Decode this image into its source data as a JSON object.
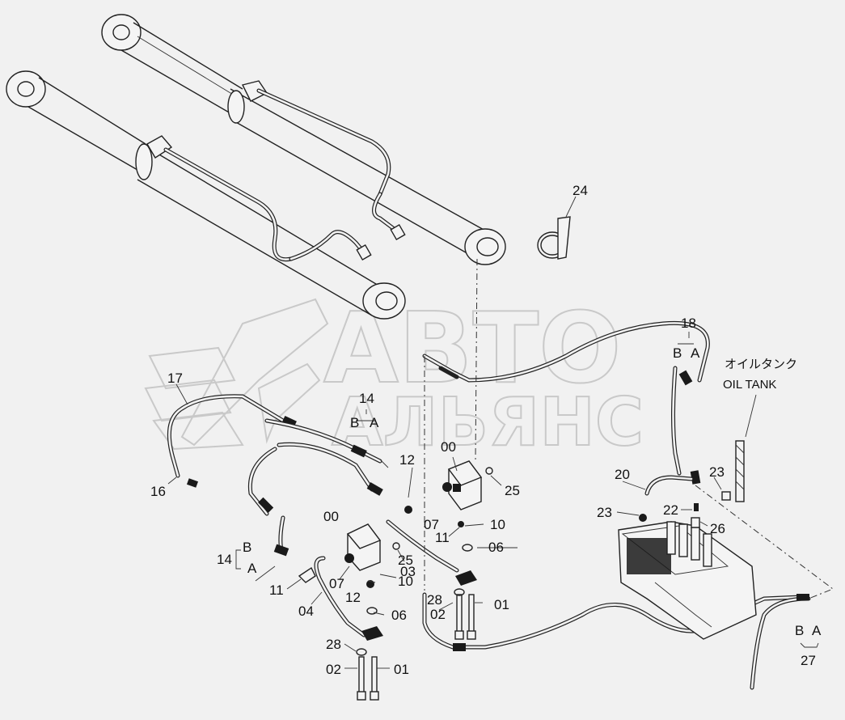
{
  "watermark": {
    "line1": "АВТО",
    "line2": "АЛЬЯНС"
  },
  "oil_tank": {
    "label_jp": "オイルタンク",
    "label_en": "OIL TANK"
  },
  "labels": {
    "p24": "24",
    "p18": "18",
    "p18_b": "B",
    "p18_a": "A",
    "p17": "17",
    "p16": "16",
    "p14_top": "14",
    "p14_top_b": "B",
    "p14_top_a": "A",
    "p14_left": "14",
    "p14_left_b": "B",
    "p14_left_a": "A",
    "p00_top": "00",
    "p00_low": "00",
    "p12_top": "12",
    "p12_low": "12",
    "p25_top": "25",
    "p25_low": "25",
    "p07_top": "07",
    "p07_low": "07",
    "p11_top": "11",
    "p11_low": "11",
    "p10_top": "10",
    "p10_low": "10",
    "p06_top": "06",
    "p06_low": "06",
    "p03": "03",
    "p04": "04",
    "p28_top": "28",
    "p28_low": "28",
    "p02_top": "02",
    "p02_low": "02",
    "p01_top": "01",
    "p01_low": "01",
    "p20": "20",
    "p23_a": "23",
    "p23_b": "23",
    "p22": "22",
    "p26": "26",
    "p27": "27",
    "p27_b": "B",
    "p27_a": "A"
  }
}
